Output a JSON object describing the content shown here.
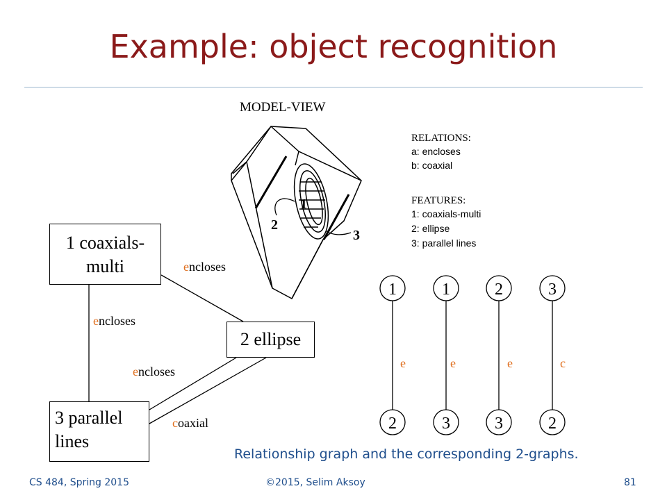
{
  "slide": {
    "title": "Example: object recognition",
    "caption": "Relationship graph and the corresponding 2-graphs.",
    "footer_left": "CS 484, Spring 2015",
    "footer_center": "©2015, Selim Aksoy",
    "footer_right": "81"
  },
  "model_view": {
    "heading": "MODEL-VIEW",
    "relations_heading": "RELATIONS:",
    "relations": [
      "a: encloses",
      "b: coaxial"
    ],
    "features_heading": "FEATURES:",
    "features": [
      "1: coaxials-multi",
      "2: ellipse",
      "3: parallel lines"
    ],
    "markers": [
      "1",
      "2",
      "3"
    ]
  },
  "relationship_graph": {
    "nodes": {
      "coaxials_line1": "1 coaxials-",
      "coaxials_line2": "multi",
      "ellipse": "2 ellipse",
      "parallel_line1": "3 parallel",
      "parallel_line2": "lines"
    },
    "edges": [
      {
        "initial": "e",
        "rest": "ncloses"
      },
      {
        "initial": "e",
        "rest": "ncloses"
      },
      {
        "initial": "e",
        "rest": "ncloses"
      },
      {
        "initial": "c",
        "rest": "oaxial"
      }
    ]
  },
  "two_graphs": [
    {
      "top": "1",
      "bottom": "2",
      "label": "e"
    },
    {
      "top": "1",
      "bottom": "3",
      "label": "e"
    },
    {
      "top": "2",
      "bottom": "3",
      "label": "e"
    },
    {
      "top": "3",
      "bottom": "2",
      "label": "c"
    }
  ],
  "colors": {
    "title": "#8b1a1a",
    "caption": "#1f4e8c",
    "edge_initial": "#e07020",
    "rule": "#9db7cf"
  }
}
